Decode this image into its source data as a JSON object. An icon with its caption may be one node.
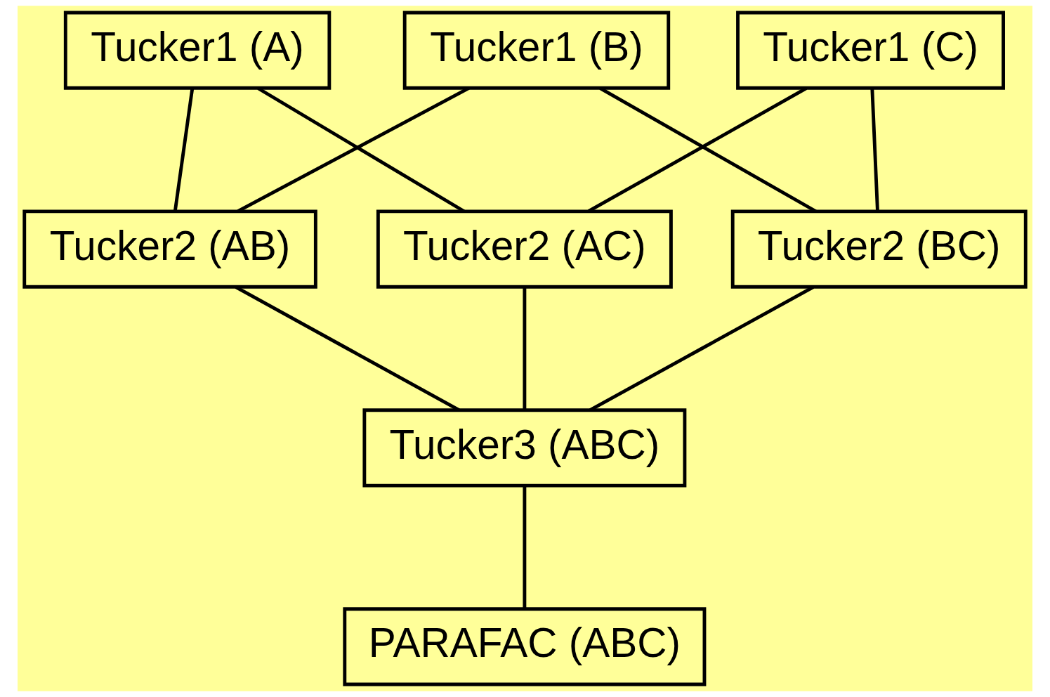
{
  "diagram": {
    "nodes": [
      {
        "text": [
          "Tucker1 (A)"
        ]
      },
      {
        "text": [
          "Tucker1 (B)"
        ]
      },
      {
        "text": [
          "Tucker1 (C)"
        ]
      },
      {
        "text": [
          "Tucker2 (AB)"
        ]
      },
      {
        "text": [
          "Tucker2 (AC)"
        ]
      },
      {
        "text": [
          "Tucker2 (BC)"
        ]
      },
      {
        "text": [
          "Tucker3 (ABC)"
        ]
      },
      {
        "text": [
          "PARAFAC (ABC)"
        ]
      }
    ],
    "edges": [
      {
        "from": 0,
        "to": 3,
        "arrow": "none"
      },
      {
        "from": 0,
        "to": 4,
        "arrow": "none"
      },
      {
        "from": 1,
        "to": 3,
        "arrow": "none"
      },
      {
        "from": 1,
        "to": 5,
        "arrow": "none"
      },
      {
        "from": 2,
        "to": 4,
        "arrow": "none"
      },
      {
        "from": 2,
        "to": 5,
        "arrow": "none"
      },
      {
        "from": 3,
        "to": 6,
        "arrow": "none"
      },
      {
        "from": 4,
        "to": 6,
        "arrow": "none"
      },
      {
        "from": 5,
        "to": 6,
        "arrow": "none"
      },
      {
        "from": 6,
        "to": 7,
        "arrow": "none"
      }
    ]
  }
}
